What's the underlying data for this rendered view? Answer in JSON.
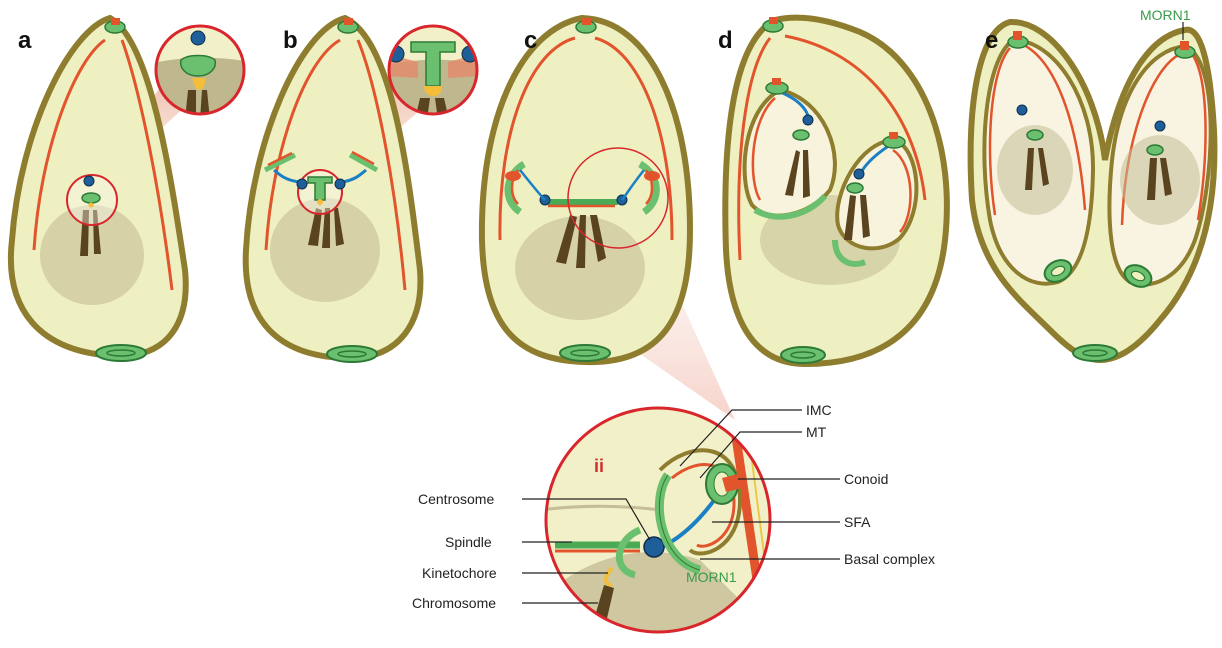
{
  "panels": [
    "a",
    "b",
    "c",
    "d",
    "e"
  ],
  "top_label": "MORN1",
  "inset": {
    "numeral": "ii",
    "labels_right": [
      "IMC",
      "MT",
      "Conoid",
      "SFA",
      "Basal complex"
    ],
    "labels_left": [
      "Centrosome",
      "Spindle",
      "Kinetochore",
      "Chromosome"
    ],
    "inner_label": "MORN1"
  },
  "colors": {
    "cytoplasm": "#eff0c2",
    "membrane": "#8f7d2f",
    "imc": "#e2542b",
    "morn1": "#4aaa55",
    "sfa": "#1a7fc4",
    "centrosome": "#1f5f99",
    "nucleus": "#c5bd95",
    "chromosome": "#5a4420",
    "highlight": "#d9262c"
  }
}
